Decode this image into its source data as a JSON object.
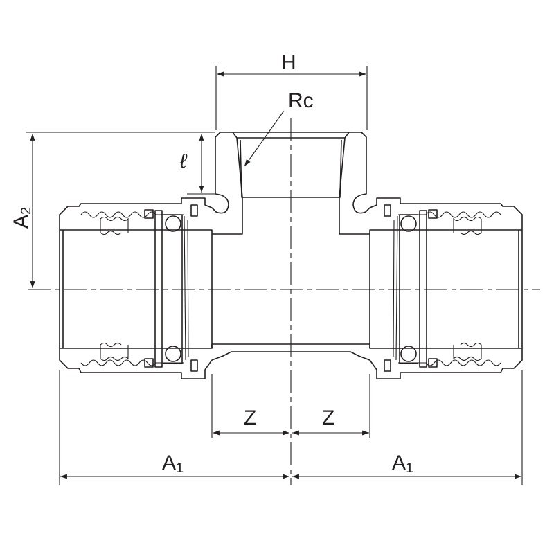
{
  "title": "Tee fitting with Rc female thread branch — dimensional drawing",
  "labels": {
    "H": "H",
    "Rc": "Rc",
    "ell": "ℓ",
    "A2_main": "A",
    "A2_sub": "2",
    "A1_main": "A",
    "A1_sub": "1",
    "Z": "Z"
  },
  "colors": {
    "line": "#231f20",
    "background": "#ffffff"
  }
}
